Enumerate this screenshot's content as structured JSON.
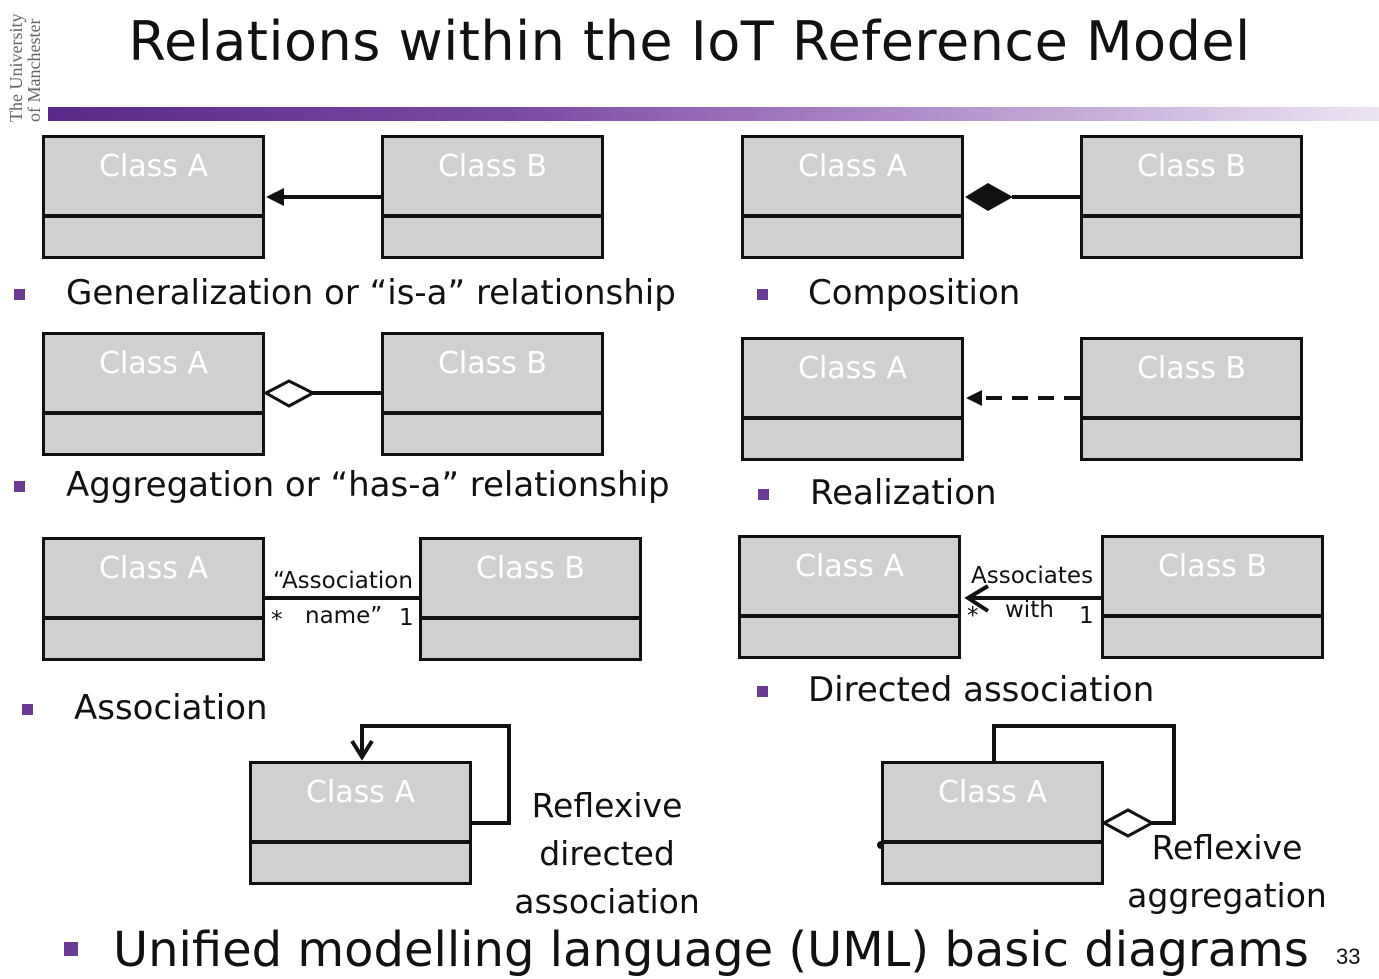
{
  "slide": {
    "title": "Relations within the IoT Reference Model",
    "logo_text_1": "The University",
    "logo_text_2": "of Manchester",
    "footer": "Unified modelling language (UML) basic diagrams",
    "page_number": "33"
  },
  "classes": {
    "a": "Class A",
    "b": "Class B"
  },
  "relations": {
    "generalization": "Generalization or “is-a” relationship",
    "composition": "Composition",
    "aggregation": "Aggregation or “has-a” relationship",
    "realization": "Realization",
    "association": "Association",
    "directed_association": "Directed association",
    "reflexive_directed_1": "Reflexive",
    "reflexive_directed_2": "directed",
    "reflexive_directed_3": "association",
    "reflexive_aggregation_1": "Reflexive",
    "reflexive_aggregation_2": "aggregation"
  },
  "association_labels": {
    "name_1": "“Association",
    "name_2": "name”",
    "many": "*",
    "one": "1"
  },
  "directed_labels": {
    "name_1": "Associates",
    "name_2": "with",
    "many": "*",
    "one": "1"
  },
  "colors": {
    "accent": "#6a3d94",
    "box_fill": "#d0d0d0",
    "box_text": "#ffffff"
  }
}
